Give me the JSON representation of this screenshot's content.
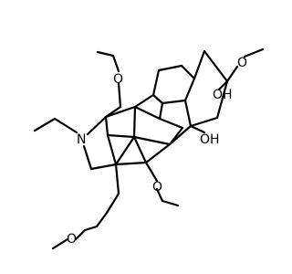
{
  "molecule": {
    "atoms": {
      "nitrogen": "N",
      "oh_upper": "OH",
      "oh_lower": "OH",
      "o_top_left": "O",
      "o_top_right": "O",
      "o_middle": "O",
      "o_bottom": "O"
    },
    "colors": {
      "bond": "#000000",
      "background": "#ffffff"
    }
  }
}
